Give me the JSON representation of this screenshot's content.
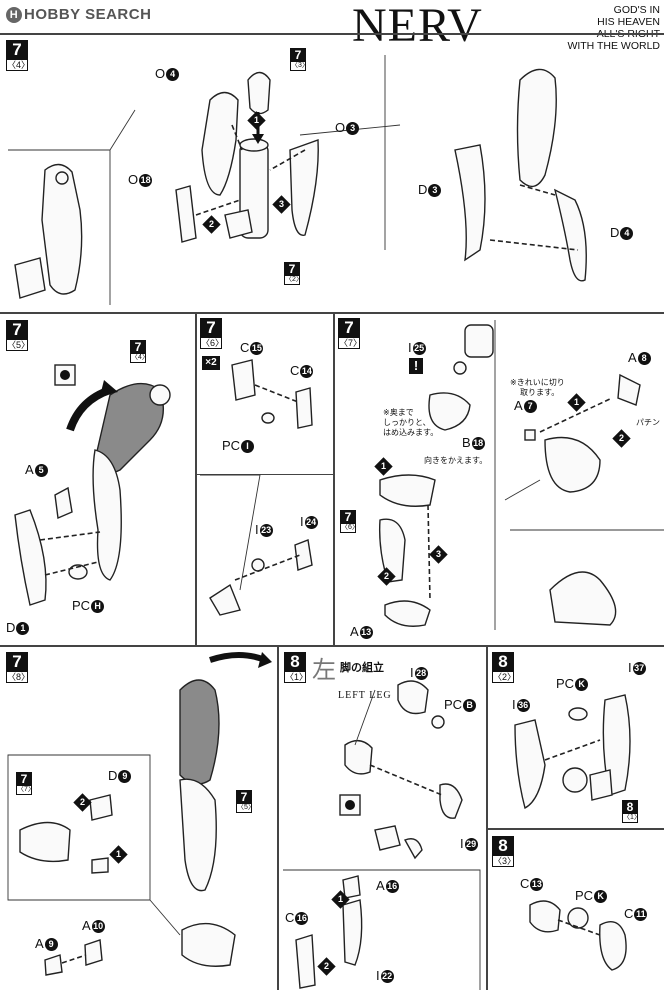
{
  "header": {
    "logo_text": "HOBBY SEARCH",
    "logo_mark": "H",
    "brand": "NERV",
    "motto_lines": [
      "GOD'S IN",
      "HIS HEAVEN",
      "ALL'S RIGHT",
      "WITH THE WORLD"
    ]
  },
  "steps": {
    "s7_4": {
      "num": "7",
      "sub": "〈4〉"
    },
    "s7_3": {
      "num": "7",
      "sub": "〈3〉"
    },
    "s7_2": {
      "num": "7",
      "sub": "〈2〉"
    },
    "s7_5": {
      "num": "7",
      "sub": "〈5〉"
    },
    "s7_4b": {
      "num": "7",
      "sub": "〈4〉"
    },
    "s7_6": {
      "num": "7",
      "sub": "〈6〉"
    },
    "s7_7": {
      "num": "7",
      "sub": "〈7〉"
    },
    "s7_6b": {
      "num": "7",
      "sub": "〈6〉"
    },
    "s7_8": {
      "num": "7",
      "sub": "〈8〉"
    },
    "s7_7b": {
      "num": "7",
      "sub": "〈7〉"
    },
    "s7_5b": {
      "num": "7",
      "sub": "〈5〉"
    },
    "s8_1": {
      "num": "8",
      "sub": "〈1〉"
    },
    "s8_2": {
      "num": "8",
      "sub": "〈2〉"
    },
    "s8_1b": {
      "num": "8",
      "sub": "〈1〉"
    },
    "s8_3": {
      "num": "8",
      "sub": "〈3〉"
    }
  },
  "parts": {
    "o4": {
      "l": "O",
      "n": "4"
    },
    "o3": {
      "l": "O",
      "n": "3"
    },
    "o18": {
      "l": "O",
      "n": "18"
    },
    "d3": {
      "l": "D",
      "n": "3"
    },
    "d4": {
      "l": "D",
      "n": "4"
    },
    "a5": {
      "l": "A",
      "n": "5"
    },
    "pch": {
      "l": "PC",
      "n": "H"
    },
    "d1": {
      "l": "D",
      "n": "1"
    },
    "c15": {
      "l": "C",
      "n": "15"
    },
    "c14": {
      "l": "C",
      "n": "14"
    },
    "pci": {
      "l": "PC",
      "n": "I"
    },
    "i23": {
      "l": "I",
      "n": "23"
    },
    "i24": {
      "l": "I",
      "n": "24"
    },
    "i25": {
      "l": "I",
      "n": "25"
    },
    "b18": {
      "l": "B",
      "n": "18"
    },
    "a13": {
      "l": "A",
      "n": "13"
    },
    "a8": {
      "l": "A",
      "n": "8"
    },
    "a7": {
      "l": "A",
      "n": "7"
    },
    "d9": {
      "l": "D",
      "n": "9"
    },
    "a10": {
      "l": "A",
      "n": "10"
    },
    "a9": {
      "l": "A",
      "n": "9"
    },
    "i28": {
      "l": "I",
      "n": "28"
    },
    "pcb": {
      "l": "PC",
      "n": "B"
    },
    "i29": {
      "l": "I",
      "n": "29"
    },
    "a16": {
      "l": "A",
      "n": "16"
    },
    "c16": {
      "l": "C",
      "n": "16"
    },
    "i22": {
      "l": "I",
      "n": "22"
    },
    "pck": {
      "l": "PC",
      "n": "K"
    },
    "i37": {
      "l": "I",
      "n": "37"
    },
    "i36": {
      "l": "I",
      "n": "36"
    },
    "c13": {
      "l": "C",
      "n": "13"
    },
    "pck2": {
      "l": "PC",
      "n": "K"
    },
    "c11": {
      "l": "C",
      "n": "11"
    }
  },
  "badges": {
    "x2": "×2",
    "bang": "!"
  },
  "notes": {
    "push_in": [
      "※奥まで",
      "しっかりと、",
      "はめ込みます。"
    ],
    "change_dir": "向きをかえます。",
    "cut_clean": [
      "※きれいに切り",
      "取ります。"
    ],
    "snap": "パチン"
  },
  "left_leg": {
    "kanji": "左",
    "jp": "脚の組立",
    "en": "LEFT LEG"
  }
}
